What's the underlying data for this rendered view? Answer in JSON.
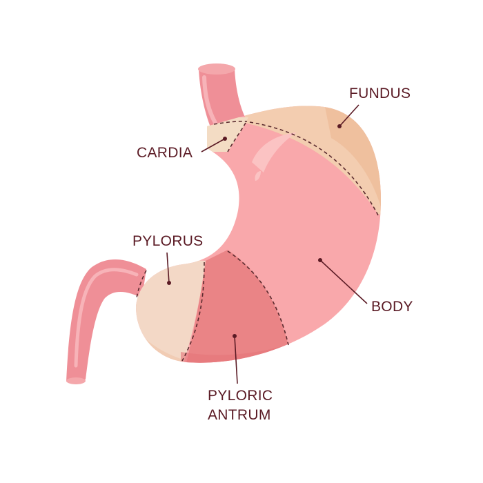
{
  "labels": {
    "fundus": "FUNDUS",
    "cardia": "CARDIA",
    "pylorus": "PYLORUS",
    "body": "BODY",
    "pyloric_antrum_line1": "PYLORIC",
    "pyloric_antrum_line2": "ANTRUM"
  },
  "colors": {
    "tube": "#ef8f97",
    "tube_highlight": "#f7b3b8",
    "tube_opening": "#f4a7ab",
    "body": "#f9a8ab",
    "body_highlight": "#fbc3c3",
    "fundus": "#f3cdb0",
    "fundus_shade": "#ecb892",
    "cardia": "#f3dcc4",
    "antrum": "#ea8486",
    "antrum_bottom": "#e4757a",
    "pylorus": "#f3d8c6",
    "pylorus_shade": "#efc7ad",
    "label_text": "#5a1a24"
  }
}
